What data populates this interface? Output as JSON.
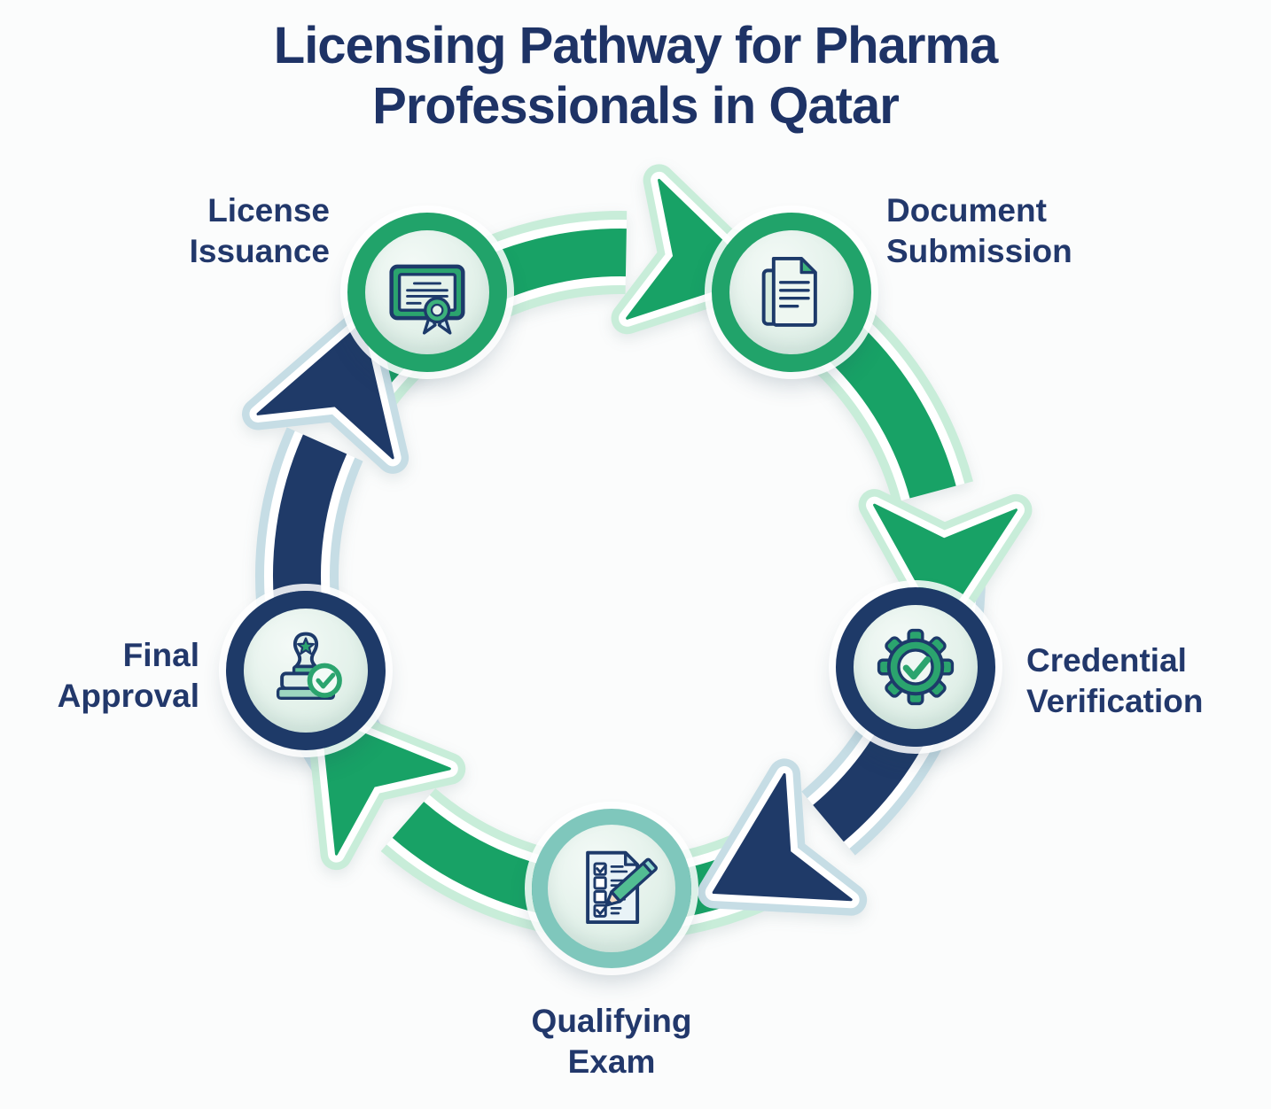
{
  "title": {
    "text": "Licensing Pathway for Pharma Professionals in Qatar",
    "line1": "Licensing Pathway for Pharma",
    "line2": "Professionals in Qatar"
  },
  "diagram": {
    "type": "cycle",
    "direction": "clockwise",
    "steps": [
      {
        "id": "license-issuance",
        "label": "License Issuance",
        "line1": "License",
        "line2": "Issuance",
        "icon": "certificate-icon",
        "ring_color": "#21a36a",
        "position": "top-left"
      },
      {
        "id": "document-submission",
        "label": "Document Submission",
        "line1": "Document",
        "line2": "Submission",
        "icon": "documents-icon",
        "ring_color": "#21a36a",
        "position": "top-right"
      },
      {
        "id": "credential-verification",
        "label": "Credential Verification",
        "line1": "Credential",
        "line2": "Verification",
        "icon": "gear-check-icon",
        "ring_color": "#1e3a68",
        "position": "right"
      },
      {
        "id": "qualifying-exam",
        "label": "Qualifying Exam",
        "line1": "Qualifying",
        "line2": "Exam",
        "icon": "checklist-pencil-icon",
        "ring_color": "#7fc7bc",
        "position": "bottom"
      },
      {
        "id": "final-approval",
        "label": "Final Approval",
        "line1": "Final",
        "line2": "Approval",
        "icon": "stamp-check-icon",
        "ring_color": "#1e3a68",
        "position": "left"
      }
    ],
    "arrows": [
      {
        "from": "license-issuance",
        "to": "document-submission",
        "color": "#18a266"
      },
      {
        "from": "document-submission",
        "to": "credential-verification",
        "color": "#18a266"
      },
      {
        "from": "credential-verification",
        "to": "qualifying-exam",
        "color": "#1f3a68"
      },
      {
        "from": "qualifying-exam",
        "to": "final-approval",
        "color": "#18a266"
      },
      {
        "from": "final-approval",
        "to": "license-issuance",
        "color": "#1f3a68"
      }
    ]
  },
  "colors": {
    "background": "#fbfcfc",
    "title_text": "#1e3366",
    "label_text": "#22386b",
    "green": "#18a266",
    "green_halo": "#c8edd9",
    "navy": "#1f3a68",
    "navy_halo": "#c6dde5",
    "teal_ring": "#7fc7bc",
    "node_fill": "#e3f1ea",
    "icon_outline": "#1d3a6a"
  }
}
